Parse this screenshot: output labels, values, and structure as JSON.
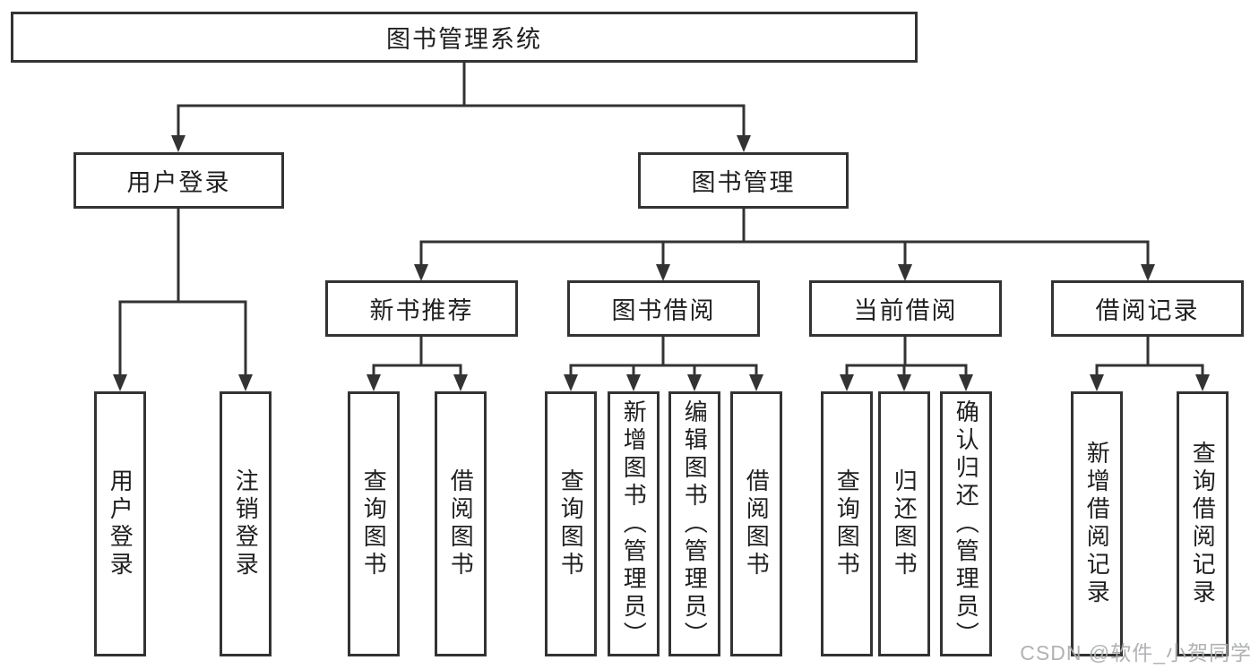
{
  "tree": {
    "root": {
      "label": "图书管理系统",
      "children": [
        {
          "label": "用户登录",
          "children": [
            {
              "label": "用户登录"
            },
            {
              "label": "注销登录"
            }
          ]
        },
        {
          "label": "图书管理",
          "children": [
            {
              "label": "新书推荐",
              "children": [
                {
                  "label": "查询图书"
                },
                {
                  "label": "借阅图书"
                }
              ]
            },
            {
              "label": "图书借阅",
              "children": [
                {
                  "label": "查询图书"
                },
                {
                  "label": "新增图书（管理员）"
                },
                {
                  "label": "编辑图书（管理员）"
                },
                {
                  "label": "借阅图书"
                }
              ]
            },
            {
              "label": "当前借阅",
              "children": [
                {
                  "label": "查询图书"
                },
                {
                  "label": "归还图书"
                },
                {
                  "label": "确认归还（管理员）"
                }
              ]
            },
            {
              "label": "借阅记录",
              "children": [
                {
                  "label": "新增借阅记录"
                },
                {
                  "label": "查询借阅记录"
                }
              ]
            }
          ]
        }
      ]
    }
  },
  "watermark": {
    "text": "CSDN @软件_小贺同学"
  },
  "colors": {
    "line": "#333333",
    "box_border": "#333333",
    "text": "#1f1f1f",
    "watermark": "#acaeb0",
    "background": "#ffffff"
  }
}
